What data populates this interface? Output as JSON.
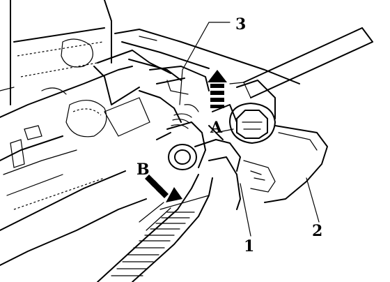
{
  "labels": {
    "callout_1": "1",
    "callout_2": "2",
    "callout_3": "3",
    "arrow_a": "A",
    "arrow_b": "B"
  },
  "colors": {
    "ink": "#000000",
    "paper": "#ffffff"
  }
}
